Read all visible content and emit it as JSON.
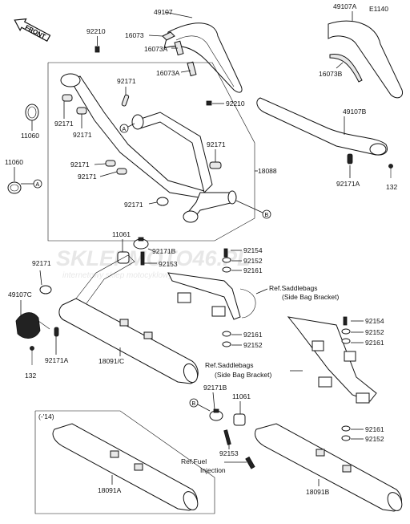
{
  "diagram_id": "E1140",
  "front_label": "FRONT",
  "watermark": {
    "logo_text": "SKLEPMOTO46.PL",
    "tagline": "internetowy sklep motocyklowy"
  },
  "variant_note": "(-'14)",
  "callouts": [
    "A",
    "B"
  ],
  "refs": {
    "saddlebags_1_line1": "Ref.Saddlebags",
    "saddlebags_1_line2": "(Side Bag Bracket)",
    "saddlebags_2_line1": "Ref.Saddlebags",
    "saddlebags_2_line2": "(Side Bag Bracket)",
    "fuel_line1": "Ref.Fuel",
    "fuel_line2": "Injection"
  },
  "parts": {
    "p49107": "49107",
    "p49107A": "49107A",
    "p49107B": "49107B",
    "p49107C": "49107C",
    "p16073_1": "16073",
    "p16073A_1": "16073A",
    "p16073A_2": "16073A",
    "p16073B": "16073B",
    "p92210_1": "92210",
    "p92210_2": "92210",
    "p92171_1": "92171",
    "p92171_2": "92171",
    "p92171_3": "92171",
    "p92171_4": "92171",
    "p92171_5": "92171",
    "p92171_6": "92171",
    "p92171_7": "92171",
    "p92171_8": "92171",
    "p92171A_1": "92171A",
    "p92171A_2": "92171A",
    "p92171B_1": "92171B",
    "p92171B_2": "92171B",
    "p11060_1": "11060",
    "p11060_2": "11060",
    "p11061_1": "11061",
    "p11061_2": "11061",
    "p18088": "18088",
    "p18091C": "18091/C",
    "p18091A": "18091A",
    "p18091B": "18091B",
    "p92153_1": "92153",
    "p92153_2": "92153",
    "p92154_1": "92154",
    "p92154_2": "92154",
    "p92152_1": "92152",
    "p92152_2": "92152",
    "p92152_3": "92152",
    "p92152_4": "92152",
    "p92161_1": "92161",
    "p92161_2": "92161",
    "p92161_3": "92161",
    "p92161_4": "92161",
    "p132_1": "132",
    "p132_2": "132"
  }
}
